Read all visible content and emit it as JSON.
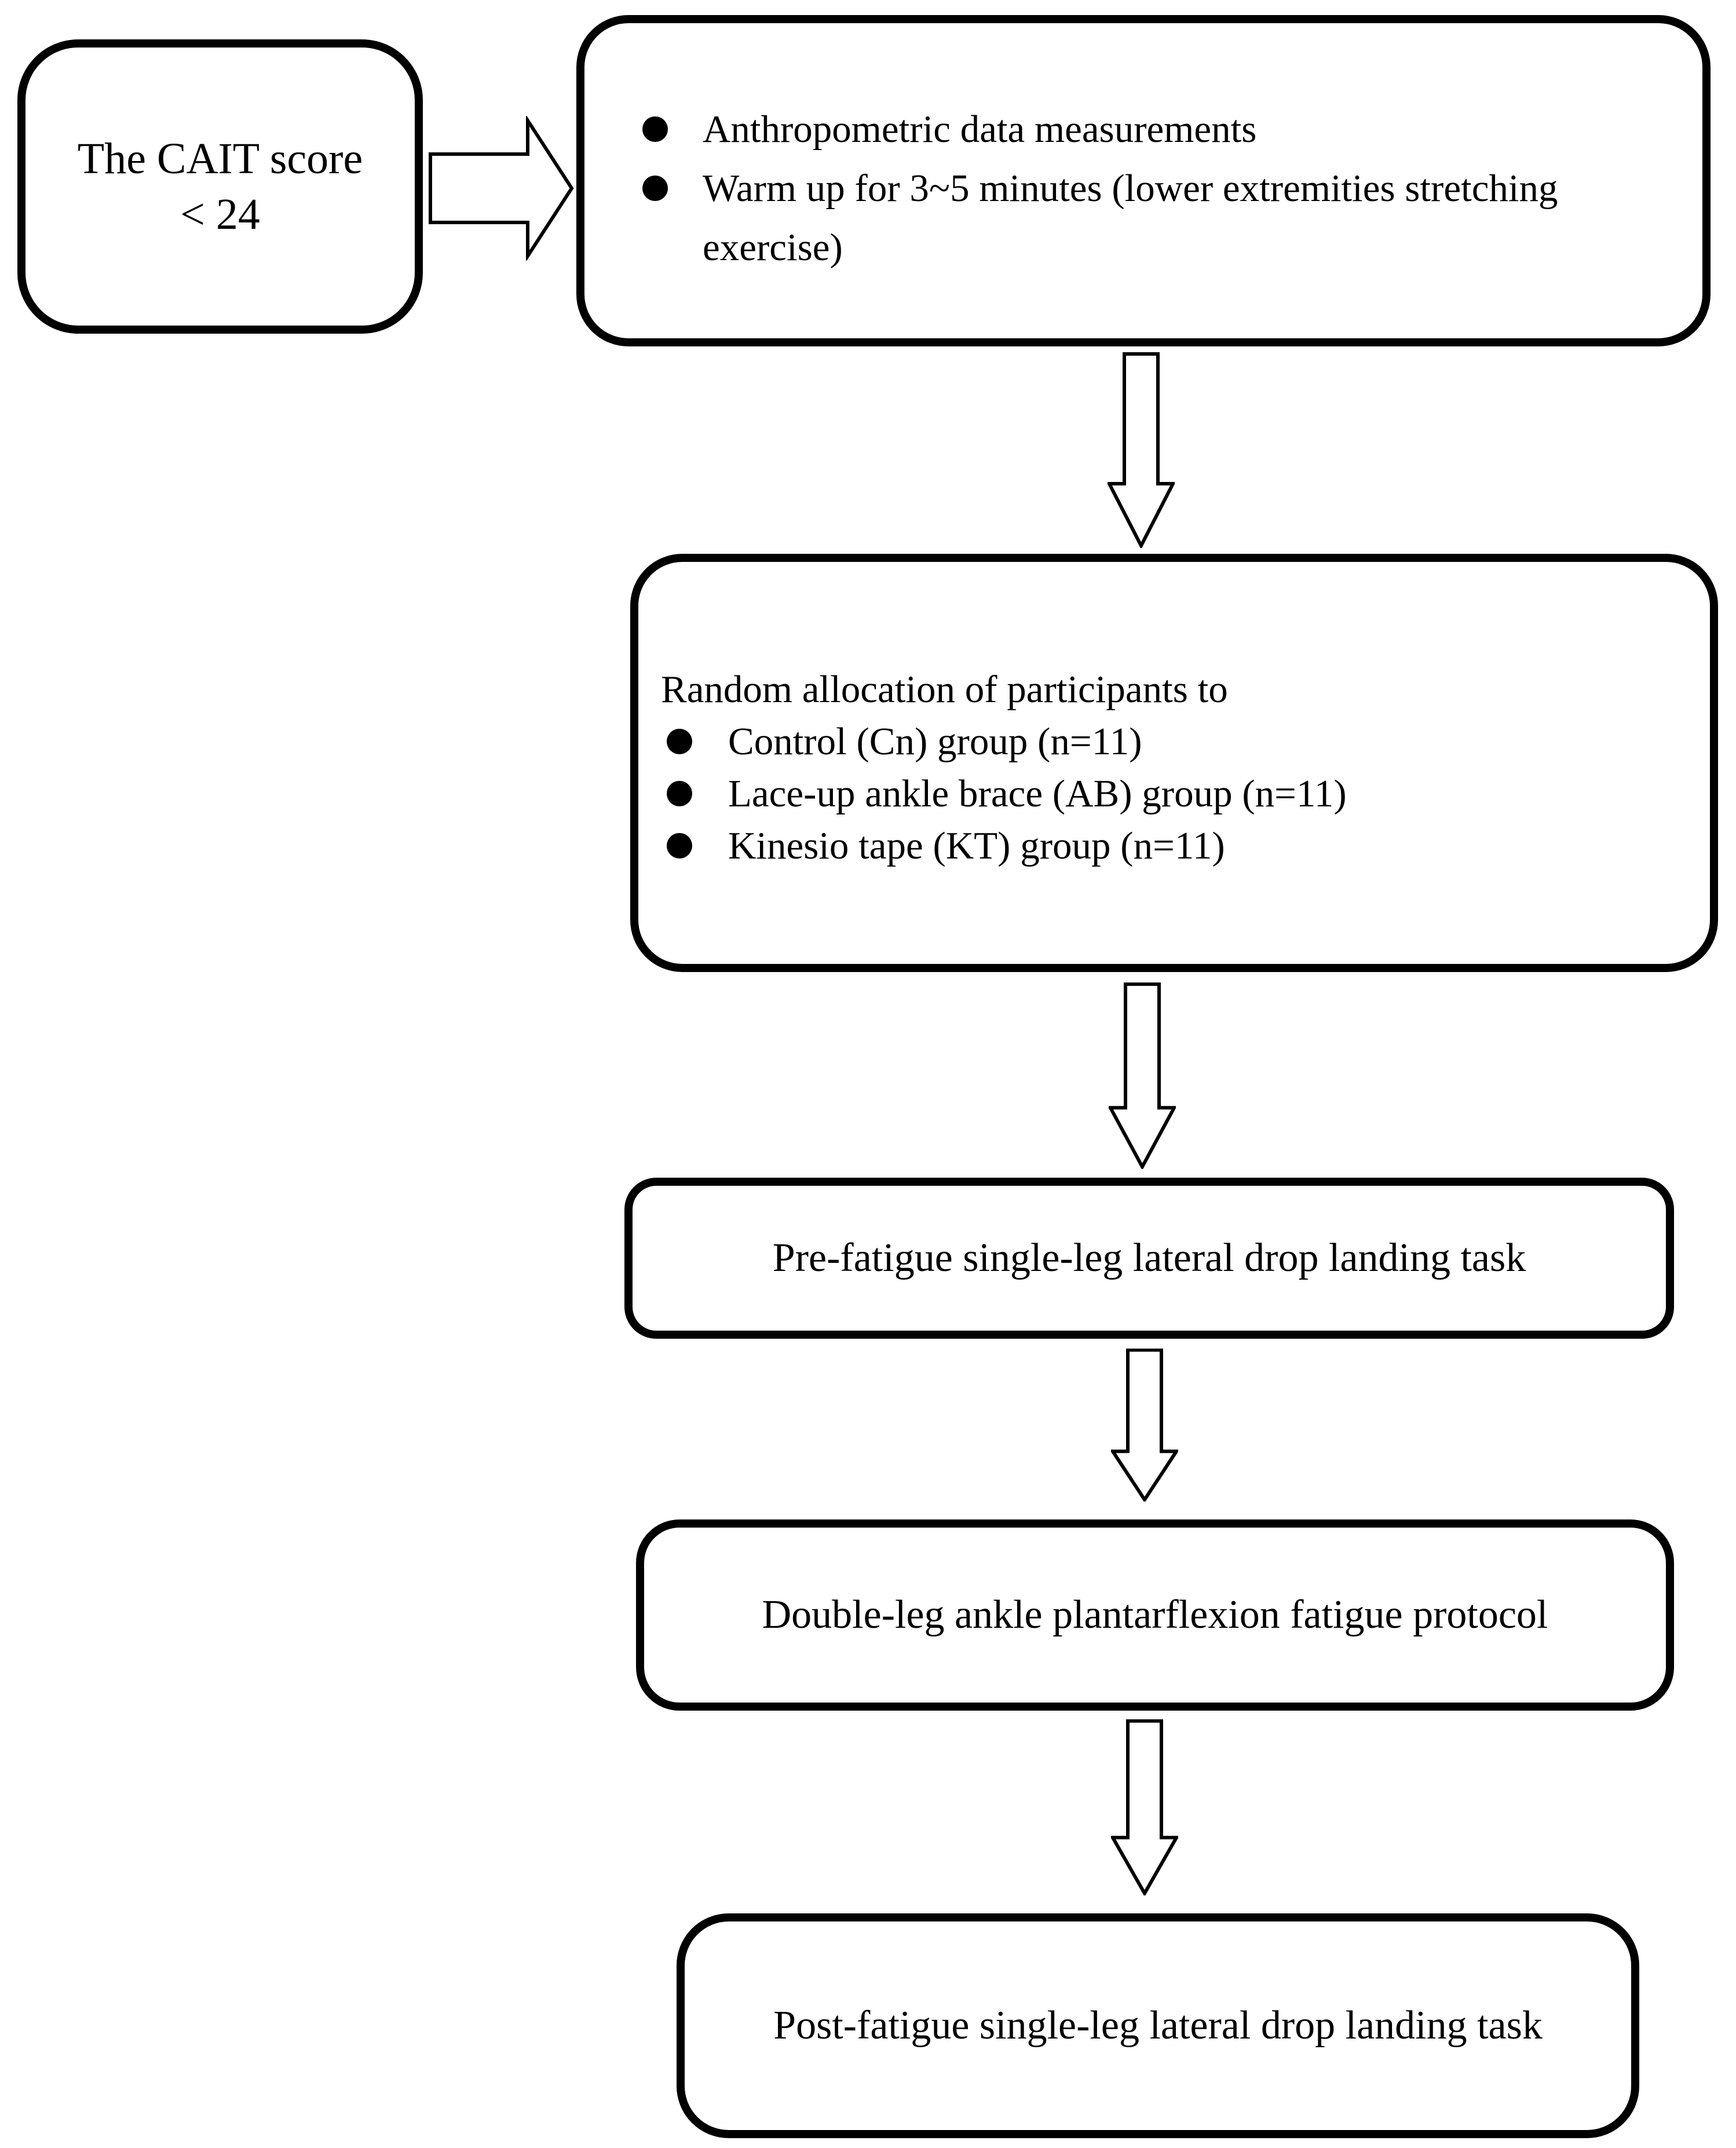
{
  "figure": {
    "type": "flowchart",
    "colors": {
      "line": "#000000",
      "background": "#ffffff",
      "box_fill": "#ffffff"
    },
    "icons": {
      "bullet": "filled-circle-bullet",
      "connector_right": "block-arrow-right",
      "connector_down": "block-arrow-down"
    },
    "boxes": {
      "cait": {
        "line1": "The CAIT score",
        "line2": "< 24"
      },
      "preparation": {
        "bullets": [
          "Anthropometric data measurements",
          "Warm up for 3~5 minutes (lower extremities stretching exercise)"
        ]
      },
      "allocation": {
        "heading": "Random allocation of participants to",
        "bullets": [
          "Control (Cn) group (n=11)",
          "Lace-up ankle brace (AB) group (n=11)",
          "Kinesio tape (KT) group (n=11)"
        ]
      },
      "pre_fatigue": {
        "label": "Pre-fatigue single-leg lateral drop landing task"
      },
      "fatigue_protocol": {
        "label": "Double-leg ankle plantarflexion fatigue protocol"
      },
      "post_fatigue": {
        "label": "Post-fatigue single-leg lateral drop landing task"
      }
    }
  }
}
